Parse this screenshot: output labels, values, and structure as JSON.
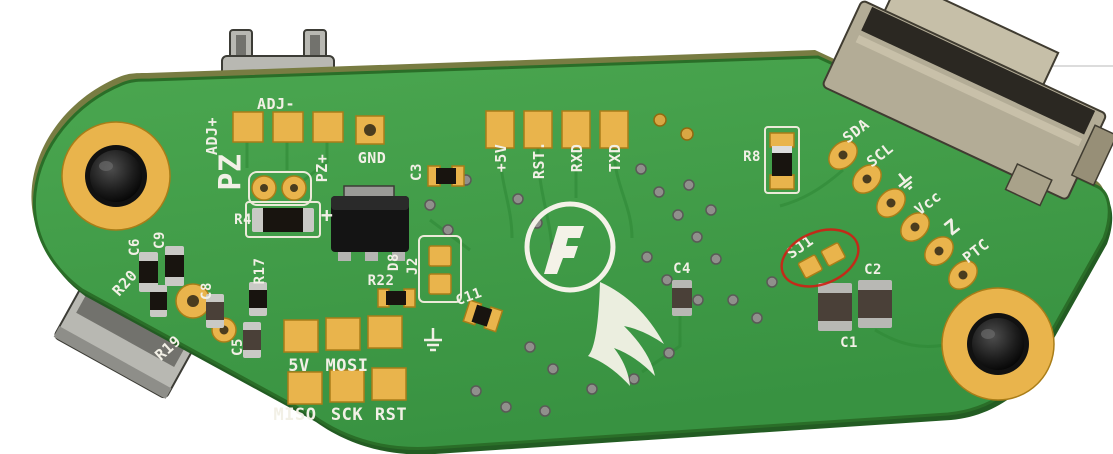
{
  "view": {
    "type": "pcb-3d-render",
    "background": "#ffffff"
  },
  "colors": {
    "board_green": "#3f9b43",
    "board_edge_dark": "#235c23",
    "board_bevel_olive": "#787c42",
    "pad_gold": "#e9b44c",
    "silkscreen_white": "#f2f0e6",
    "via_grey": "#90908c",
    "component_dark": "#18140f",
    "connector_metal": "#b8b8b2",
    "connector_tan": "#b3ac96",
    "annotation_red": "#cf1f14"
  },
  "silkscreen": {
    "adj_minus": "ADJ-",
    "adj_plus": "ADJ+",
    "pz": "PZ",
    "pz_plus": "PZ+",
    "gnd": "GND",
    "c3": "C3",
    "plus_5v": "+5V",
    "rst": "RST.",
    "rxd": "RXD",
    "txd": "TXD",
    "r8": "R8",
    "sda": "SDA",
    "scl": "SCL",
    "vcc": "Vcc",
    "z": "Z",
    "ptc": "PTC",
    "sj1": "SJ1",
    "c4": "C4",
    "c2": "C2",
    "c1": "C1",
    "r4": "R4",
    "plus_mark": "+",
    "d8": "D8",
    "r22": "R22",
    "j2": "J2",
    "c11": "C11",
    "c6": "C6",
    "c9": "C9",
    "r20": "R20",
    "c8": "C8",
    "r17": "R17",
    "r19": "R19",
    "c5": "C5",
    "v5": "5V",
    "mosi": "MOSI",
    "miso": "MISO",
    "sck": "SCK",
    "rst_isp": "RST"
  },
  "annotation": {
    "target": "SJ1",
    "shape": "ellipse",
    "color": "#cf1f14"
  }
}
